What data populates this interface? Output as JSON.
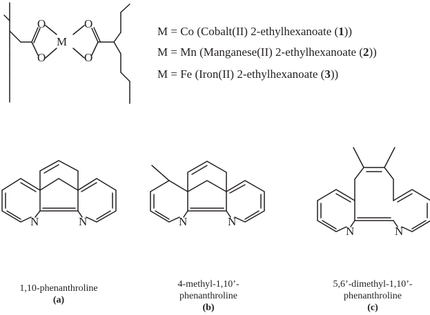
{
  "complex": {
    "atoms": {
      "oxygen": "O",
      "metal": "M"
    },
    "metals": [
      {
        "prefix": "M = Co (Cobalt(II) 2-ethylhexanoate (",
        "number": "1",
        "suffix": "))"
      },
      {
        "prefix": "M = Mn (Manganese(II) 2-ethylhexanoate (",
        "number": "2",
        "suffix": "))"
      },
      {
        "prefix": "M = Fe (Iron(II) 2-ethylhexanoate (",
        "number": "3",
        "suffix": "))"
      }
    ]
  },
  "ligands": [
    {
      "id": "a",
      "nitrogen": "N",
      "name_lines": [
        "1,10-phenanthroline"
      ],
      "label": "(a)"
    },
    {
      "id": "b",
      "nitrogen": "N",
      "name_lines": [
        "4-methyl-1,10’-",
        "phenanthroline"
      ],
      "label": "(b)"
    },
    {
      "id": "c",
      "nitrogen": "N",
      "name_lines": [
        "5,6’-dimethyl-1,10’-",
        "phenanthroline"
      ],
      "label": "(c)"
    }
  ],
  "colors": {
    "ink": "#231f20",
    "background": "#ffffff"
  }
}
